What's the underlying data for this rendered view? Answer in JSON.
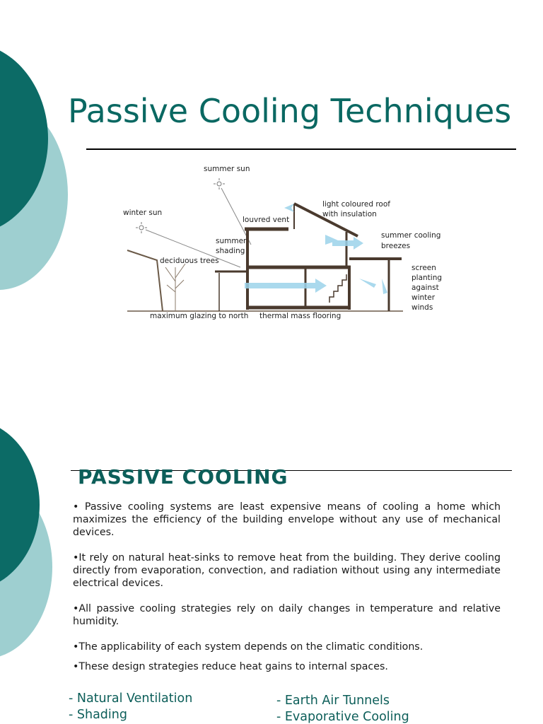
{
  "slide1": {
    "title": "Passive Cooling Techniques",
    "diagram_labels": {
      "summer_sun": "summer sun",
      "winter_sun": "winter sun",
      "light_roof_1": "light coloured roof",
      "light_roof_2": "with insulation",
      "louvred_vent": "louvred vent",
      "summer_cooling_1": "summer cooling",
      "summer_cooling_2": "breezes",
      "summer_shading_1": "summer",
      "summer_shading_2": "shading",
      "deciduous_trees": "deciduous trees",
      "screen_1": "screen",
      "screen_2": "planting",
      "screen_3": "against",
      "screen_4": "winter",
      "screen_5": "winds",
      "max_glazing": "maximum glazing to north",
      "thermal_mass": "thermal mass flooring"
    }
  },
  "slide2": {
    "heading": "PASSIVE COOLING",
    "paragraphs": [
      "• Passive cooling systems are least expensive means of cooling a home which maximizes the efficiency of the building envelope without any use of mechanical devices.",
      "•It rely on natural heat-sinks to remove heat from the building. They derive cooling directly from evaporation, convection, and radiation without using any intermediate electrical devices.",
      "•All passive cooling strategies rely on daily changes in temperature and relative humidity.",
      "•The applicability of each system depends on the climatic conditions.",
      "•These design strategies reduce heat gains to internal spaces."
    ],
    "list_left": [
      "- Natural Ventilation",
      "- Shading"
    ],
    "list_right": [
      "- Earth Air Tunnels",
      "- Evaporative Cooling"
    ]
  },
  "colors": {
    "teal_dark": "#0c6b66",
    "teal_light": "#9ecfd0",
    "title_teal": "#0a6862"
  }
}
